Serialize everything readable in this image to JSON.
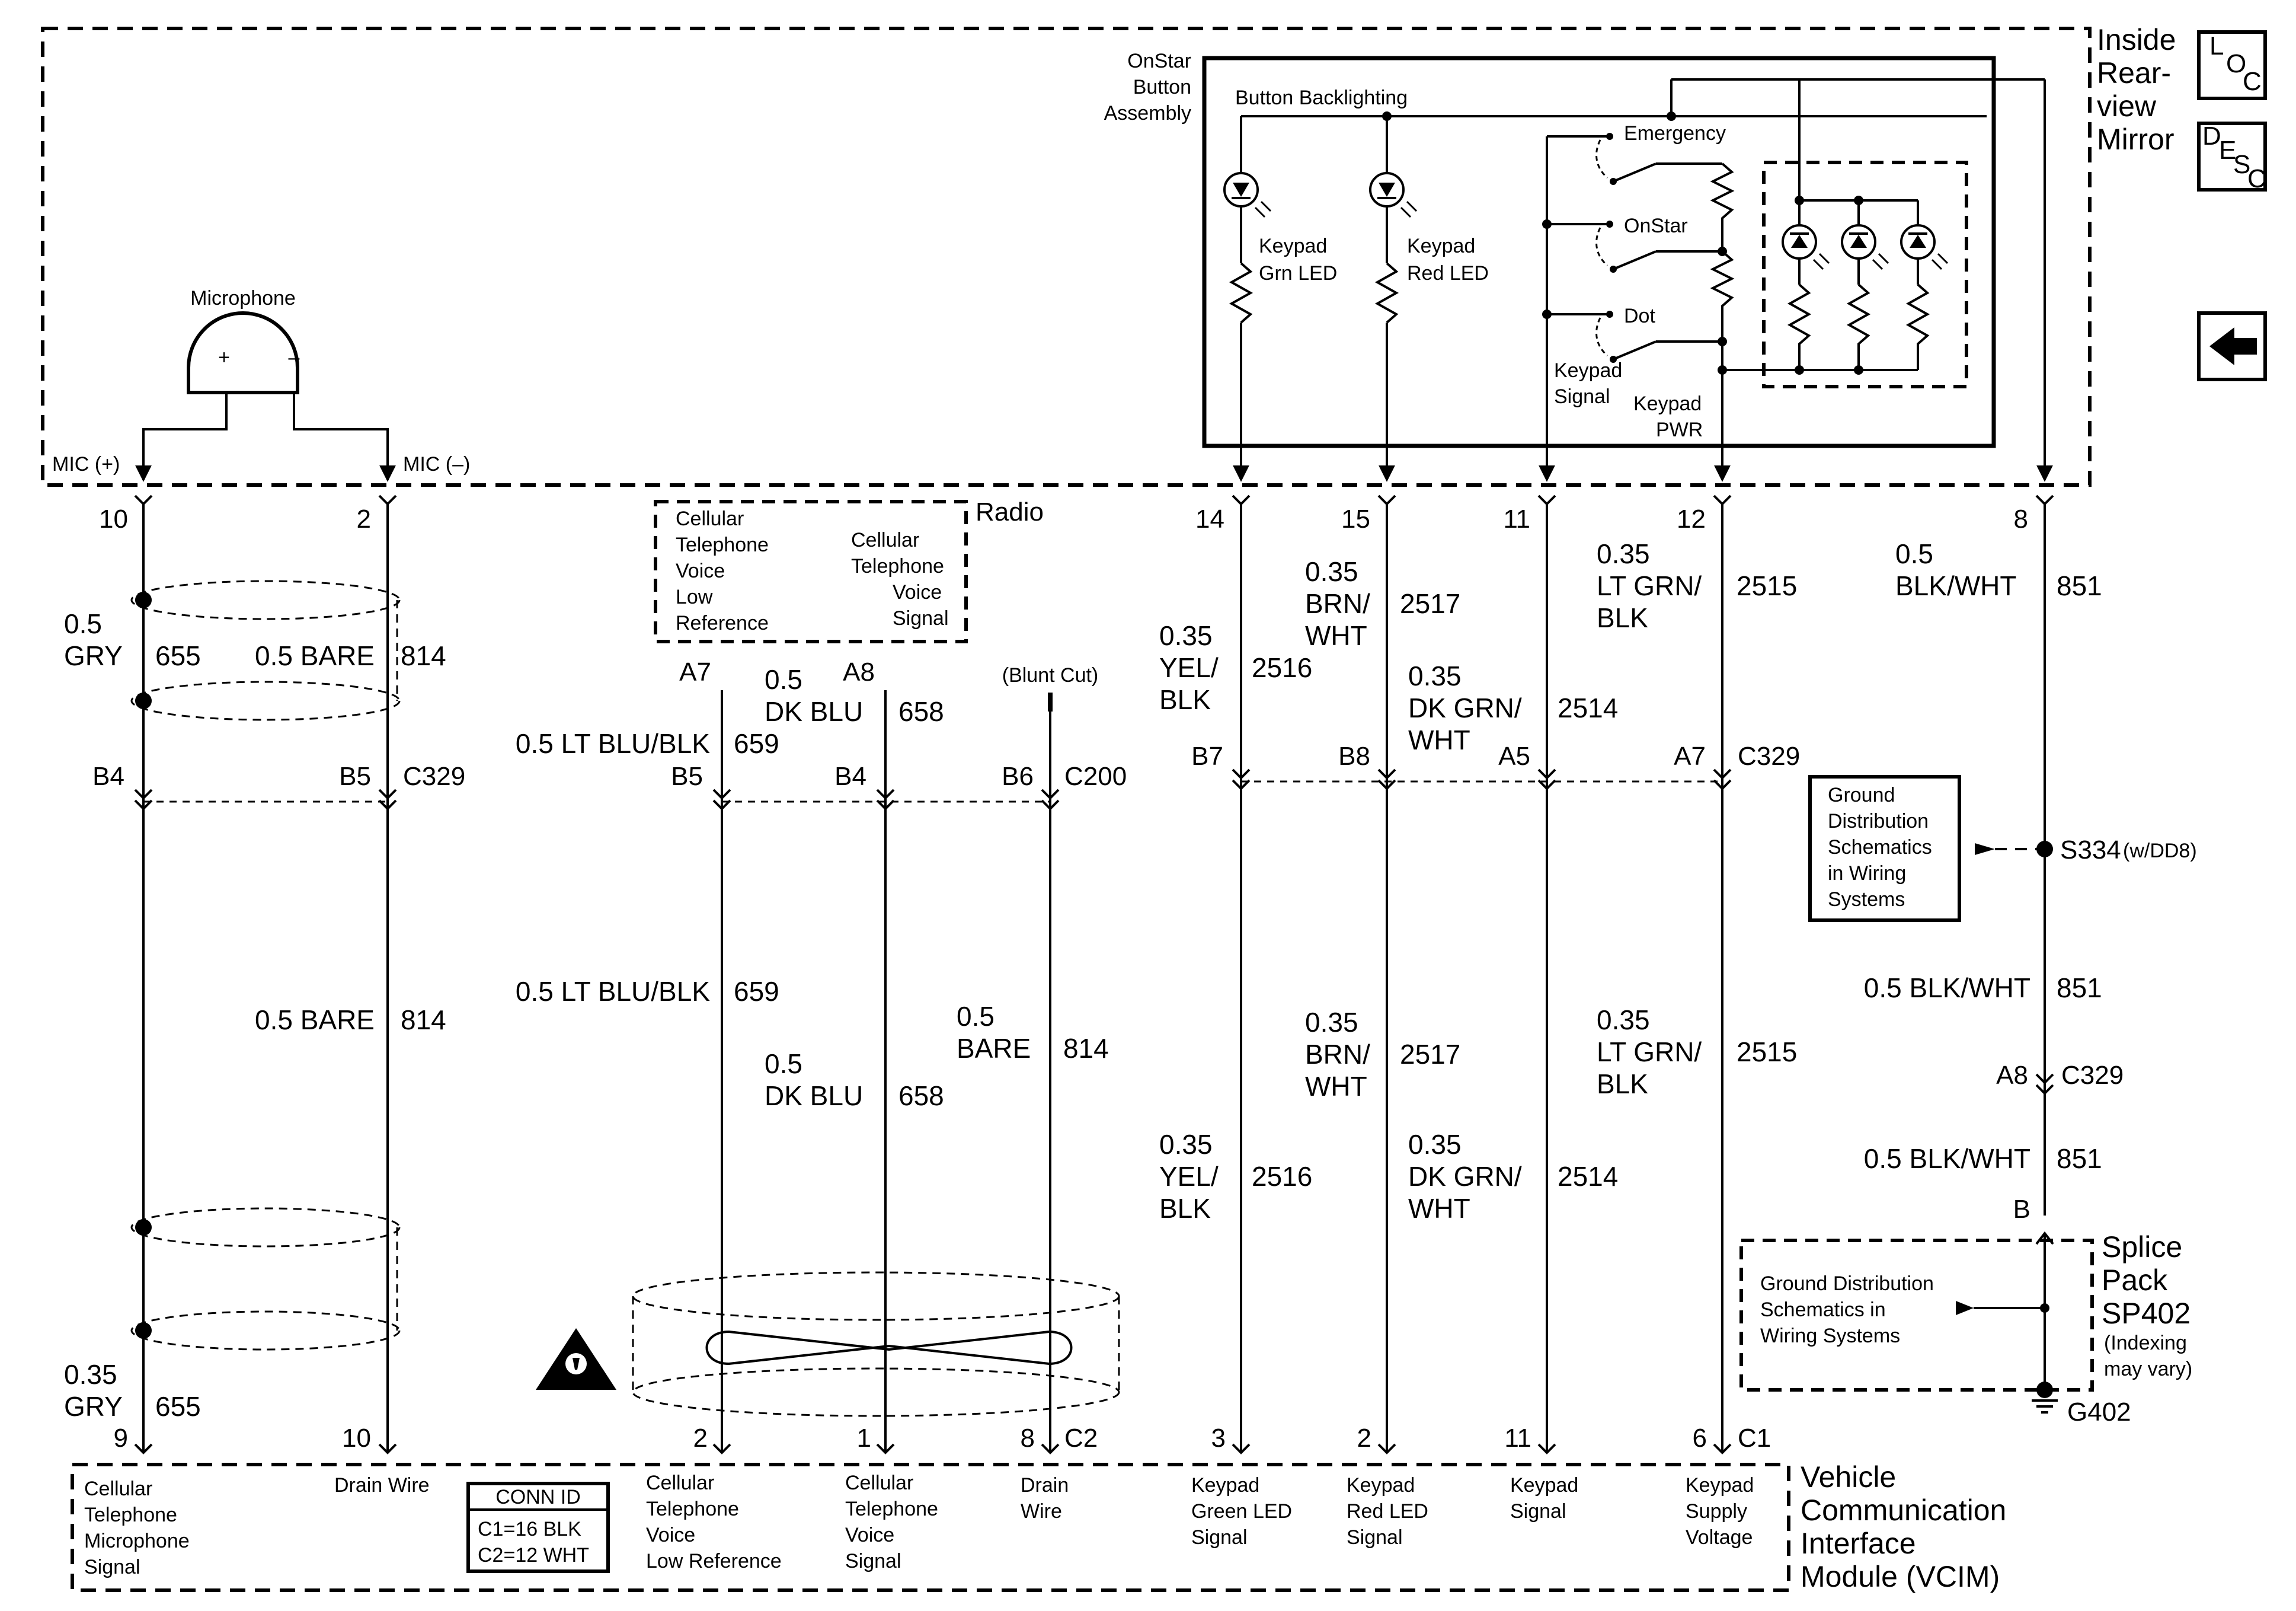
{
  "module_top": {
    "title_lines": [
      "Inside",
      "Rear-",
      "view",
      "Mirror"
    ],
    "onstar_lines": [
      "OnStar",
      "Button",
      "Assembly"
    ],
    "button_backlighting": "Button Backlighting",
    "grn_led_lines": [
      "Keypad",
      "Grn LED"
    ],
    "red_led_lines": [
      "Keypad",
      "Red LED"
    ],
    "emergency": "Emergency",
    "onstar": "OnStar",
    "dot": "Dot",
    "keypad_signal_lines": [
      "Keypad",
      "Signal"
    ],
    "keypad_pwr_lines": [
      "Keypad",
      "PWR"
    ],
    "microphone": "Microphone",
    "mic_plus": "MIC (+)",
    "mic_minus": "MIC (–)",
    "plus": "+",
    "minus": "–"
  },
  "nav": {
    "loc": [
      "L",
      "O",
      "C"
    ],
    "desc": [
      "D",
      "E",
      "S",
      "C"
    ],
    "back": "back-arrow-icon"
  },
  "pins_top": [
    "10",
    "2",
    "14",
    "15",
    "11",
    "12",
    "8"
  ],
  "radio": {
    "title": "Radio",
    "low_ref_lines": [
      "Cellular",
      "Telephone",
      "Voice",
      "Low",
      "Reference"
    ],
    "signal_lines": [
      "Cellular",
      "Telephone",
      "Voice",
      "Signal"
    ],
    "a7": "A7",
    "a8": "A8",
    "blunt_cut": "(Blunt Cut)"
  },
  "wires": {
    "gry_05": [
      "0.5",
      "GRY"
    ],
    "c655": "655",
    "bare_05": "0.5 BARE",
    "c814": "814",
    "lt_blu_blk": "0.5 LT BLU/BLK",
    "c659": "659",
    "dk_blu_05": [
      "0.5",
      "DK BLU"
    ],
    "c658": "658",
    "yel_blk": [
      "0.35",
      "YEL/",
      "BLK"
    ],
    "c2516": "2516",
    "brn_wht": [
      "0.35",
      "BRN/",
      "WHT"
    ],
    "c2517": "2517",
    "dk_grn_wht": [
      "0.35",
      "DK GRN/",
      "WHT"
    ],
    "c2514": "2514",
    "lt_grn_blk": [
      "0.35",
      "LT GRN/",
      "BLK"
    ],
    "c2515": "2515",
    "blk_wht_05": [
      "0.5",
      "BLK/WHT"
    ],
    "c851": "851",
    "blk_wht_inline": "0.5 BLK/WHT",
    "bare_05_lines": [
      "0.5",
      "BARE"
    ],
    "gry_035": [
      "0.35",
      "GRY"
    ]
  },
  "connectors": {
    "b4": "B4",
    "b5": "B5",
    "c329": "C329",
    "b6": "B6",
    "c200": "C200",
    "b7": "B7",
    "b8": "B8",
    "a5": "A5",
    "a7": "A7",
    "a8": "A8",
    "b": "B"
  },
  "ground": {
    "box1_lines": [
      "Ground",
      "Distribution",
      "Schematics",
      "in Wiring",
      "Systems"
    ],
    "s334": "S334",
    "s334_note": "(w/DD8)",
    "box2_lines": [
      "Ground Distribution",
      "Schematics in",
      "Wiring Systems"
    ],
    "splice_lines": [
      "Splice",
      "Pack",
      "SP402"
    ],
    "splice_note": [
      "(Indexing",
      "may vary)"
    ],
    "g402": "G402"
  },
  "vcim": {
    "pins": [
      "9",
      "10",
      "2",
      "1",
      "8",
      "3",
      "2",
      "11",
      "6"
    ],
    "c2": "C2",
    "c1": "C1",
    "title_lines": [
      "Vehicle",
      "Communication",
      "Interface",
      "Module (VCIM)"
    ],
    "mic_signal_lines": [
      "Cellular",
      "Telephone",
      "Microphone",
      "Signal"
    ],
    "drain_wire": "Drain Wire",
    "conn_id_title": "CONN ID",
    "conn_id_c1": "C1=16 BLK",
    "conn_id_c2": "C2=12 WHT",
    "voice_low_ref_lines": [
      "Cellular",
      "Telephone",
      "Voice",
      "Low Reference"
    ],
    "voice_signal_lines": [
      "Cellular",
      "Telephone",
      "Voice",
      "Signal"
    ],
    "drain_wire_lines": [
      "Drain",
      "Wire"
    ],
    "green_led_lines": [
      "Keypad",
      "Green LED",
      "Signal"
    ],
    "red_led_lines": [
      "Keypad",
      "Red LED",
      "Signal"
    ],
    "keypad_signal_lines": [
      "Keypad",
      "Signal"
    ],
    "supply_lines": [
      "Keypad",
      "Supply",
      "Voltage"
    ]
  }
}
